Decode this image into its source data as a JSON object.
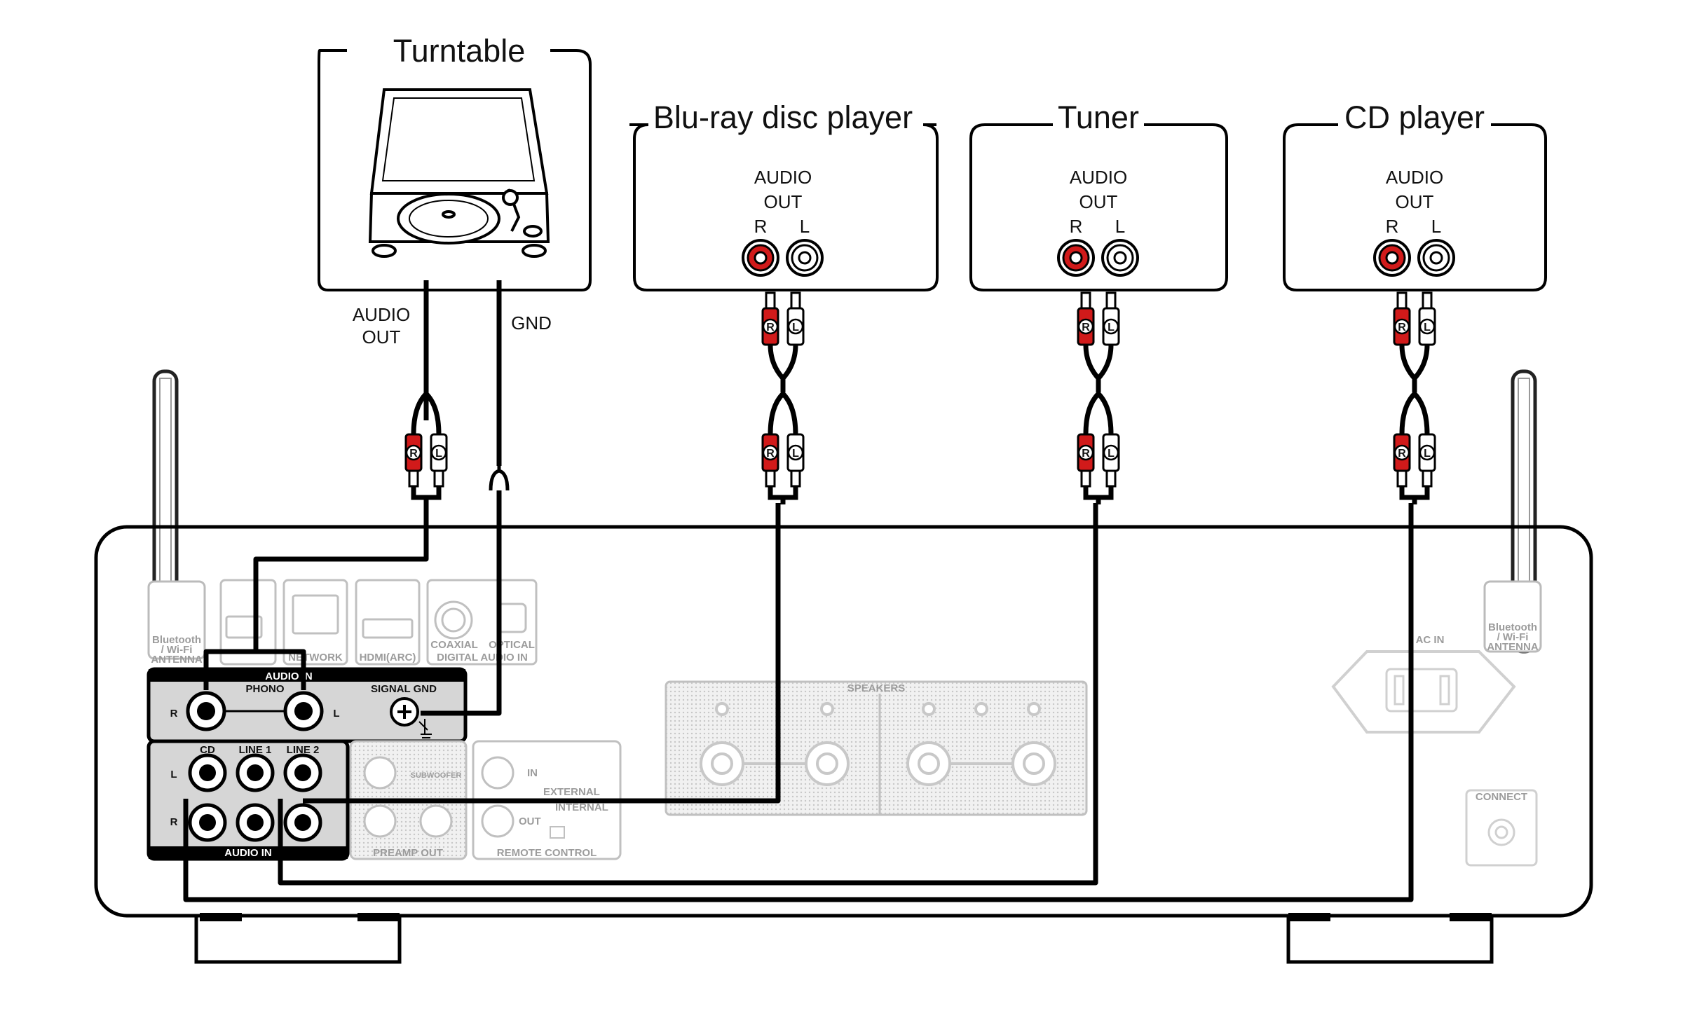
{
  "devices": [
    {
      "title": "Turntable",
      "audio_out": "AUDIO\nOUT",
      "gnd": "GND"
    },
    {
      "title": "Blu-ray disc player",
      "audio": "AUDIO",
      "out": "OUT",
      "r": "R",
      "l": "L"
    },
    {
      "title": "Tuner",
      "audio": "AUDIO",
      "out": "OUT",
      "r": "R",
      "l": "L"
    },
    {
      "title": "CD player",
      "audio": "AUDIO",
      "out": "OUT",
      "r": "R",
      "l": "L"
    }
  ],
  "turntable_labels": {
    "audio": "AUDIO",
    "out": "OUT",
    "gnd": "GND"
  },
  "plug_letters": {
    "r": "R",
    "l": "L"
  },
  "amp": {
    "antenna_label_1": "Bluetooth",
    "antenna_label_2": "/ Wi-Fi",
    "antenna_label_3": "ANTENNA",
    "network": "NETWORK",
    "hdmi": "HDMI(ARC)",
    "coaxial": "COAXIAL",
    "optical": "OPTICAL",
    "digital_audio_in": "DIGITAL AUDIO IN",
    "audio_in_top": "AUDIO IN",
    "phono": "PHONO",
    "signal_gnd": "SIGNAL GND",
    "r": "R",
    "l": "L",
    "cd": "CD",
    "line1": "LINE 1",
    "line2": "LINE 2",
    "audio_in_bottom": "AUDIO IN",
    "subwoofer": "SUBWOOFER",
    "preamp_out": "PREAMP OUT",
    "in": "IN",
    "out": "OUT",
    "external": "EXTERNAL",
    "internal": "INTERNAL",
    "remote_control": "REMOTE CONTROL",
    "speakers": "SPEAKERS",
    "ac_in": "AC IN",
    "connect": "CONNECT"
  },
  "colors": {
    "red": "#d11a1a",
    "gray": "#b8b8b8",
    "line": "#000000"
  }
}
